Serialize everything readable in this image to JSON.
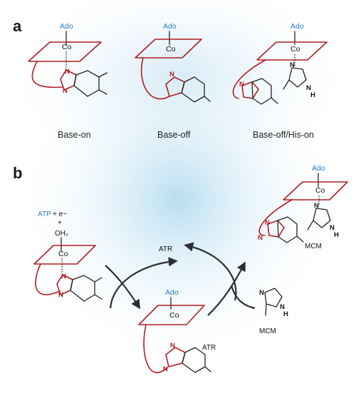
{
  "panels": {
    "a": {
      "letter": "a",
      "states": [
        {
          "top_ligand": "Ado",
          "metal": "Co",
          "caption": "Base-on"
        },
        {
          "top_ligand": "Ado",
          "metal": "Co",
          "caption": "Base-off"
        },
        {
          "top_ligand": "Ado",
          "metal": "Co",
          "caption": "Base-off/His-on"
        }
      ],
      "atoms": {
        "n": "N",
        "nh": "N\nH"
      }
    },
    "b": {
      "letter": "b",
      "left_complex": {
        "reagent_atp": "ATP",
        "reagent_rest": " + e−",
        "plus": "+",
        "water": "OH₂",
        "metal": "Co"
      },
      "center_complex": {
        "top_ligand": "Ado",
        "metal": "Co"
      },
      "right_complex": {
        "top_ligand": "Ado",
        "metal": "Co",
        "enzyme": "MCM"
      },
      "free_enzyme": "MCM",
      "atr_top": "ATR",
      "atr_bottom": "ATR"
    }
  }
}
